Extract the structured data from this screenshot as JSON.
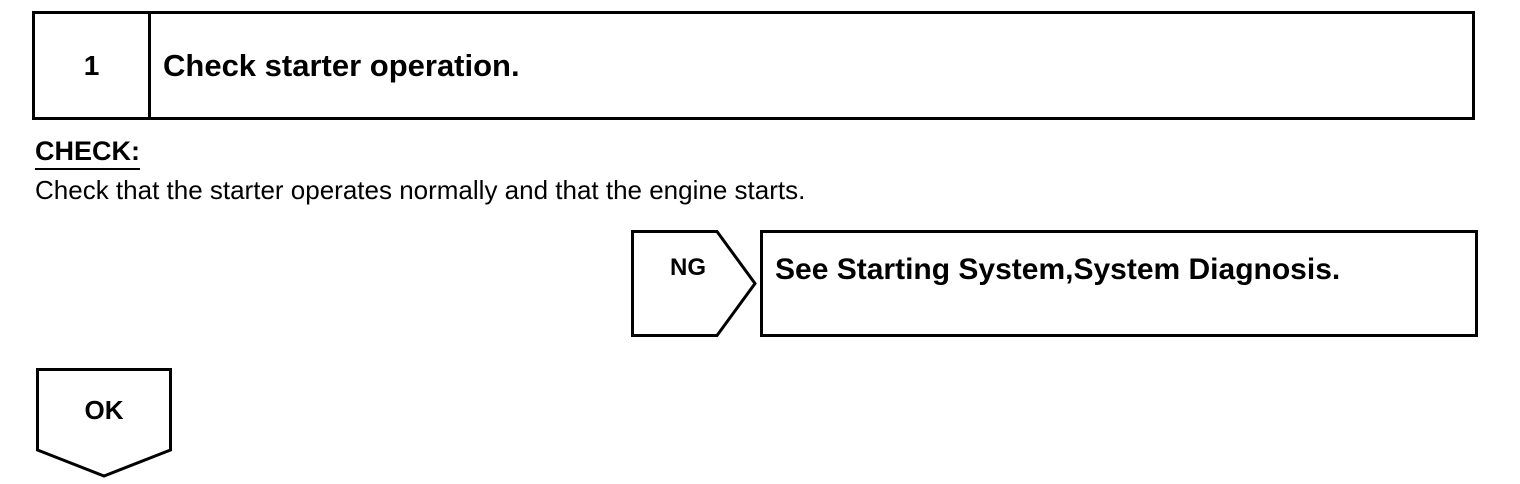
{
  "step": {
    "number": "1",
    "title": "Check starter operation."
  },
  "check": {
    "heading": "CHECK:",
    "text": "Check that the starter operates normally and that the engine starts."
  },
  "ng": {
    "label": "NG",
    "result": "See Starting System,System Diagnosis."
  },
  "ok": {
    "label": "OK"
  }
}
